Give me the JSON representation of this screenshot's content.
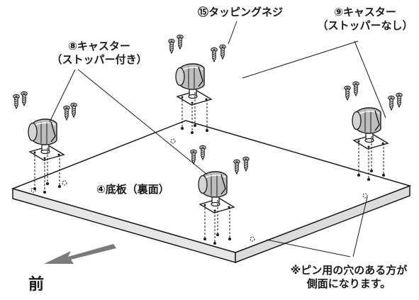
{
  "labels": {
    "tapping_screw": "⑮タッピングネジ",
    "caster_no_stopper_line1": "⑨キャスター",
    "caster_no_stopper_line2": "（ストッパーなし）",
    "caster_with_stopper_line1": "⑧キャスター",
    "caster_with_stopper_line2": "（ストッパー付き）",
    "bottom_board": "④底板（裏面）",
    "note_line1": "※ピン用の穴のある方が",
    "note_line2": "側面になります。",
    "front": "前"
  },
  "colors": {
    "line": "#1a1a1a",
    "board_top": "#ffffff",
    "board_edge": "#e6e6e6",
    "caster_wheel": "#bdbdbd",
    "arrow": "#7a7a7a"
  },
  "icons": {
    "front_arrow": "arrow-down-left-icon",
    "screw": "screw-icon",
    "caster": "caster-icon"
  }
}
